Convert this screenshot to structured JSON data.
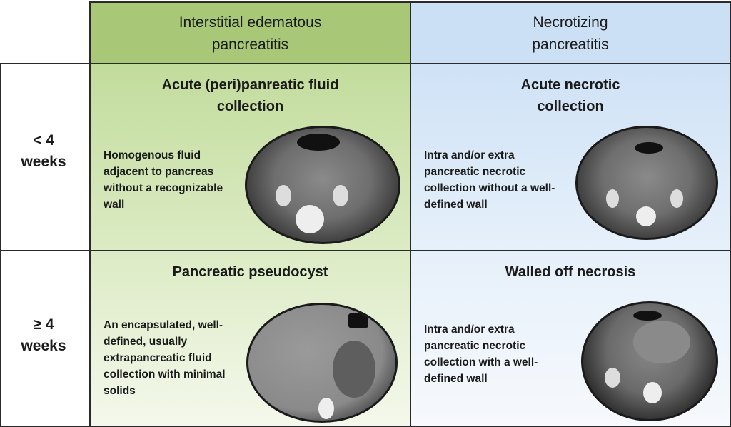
{
  "columns": [
    {
      "title": "Interstitial edematous pancreatitis",
      "color": "#a8c878"
    },
    {
      "title": "Necrotizing pancreatitis",
      "color": "#cce0f5"
    }
  ],
  "rows": [
    {
      "label": "< 4 weeks"
    },
    {
      "label": "≥ 4 weeks"
    }
  ],
  "cells": {
    "r1c1": {
      "title": "Acute (peri)panreatic fluid collection",
      "desc": "Homogenous fluid adjacent to pancreas without a recognizable wall"
    },
    "r1c2": {
      "title": "Acute necrotic collection",
      "desc": "Intra and/or extra pancreatic necrotic collection without a well-defined wall"
    },
    "r2c1": {
      "title": "Pancreatic pseudocyst",
      "desc": "An encapsulated, well-defined, usually extrapancreatic fluid collection with minimal solids"
    },
    "r2c2": {
      "title": "Walled off necrosis",
      "desc": "Intra and/or extra pancreatic necrotic collection with a well-defined wall"
    }
  }
}
